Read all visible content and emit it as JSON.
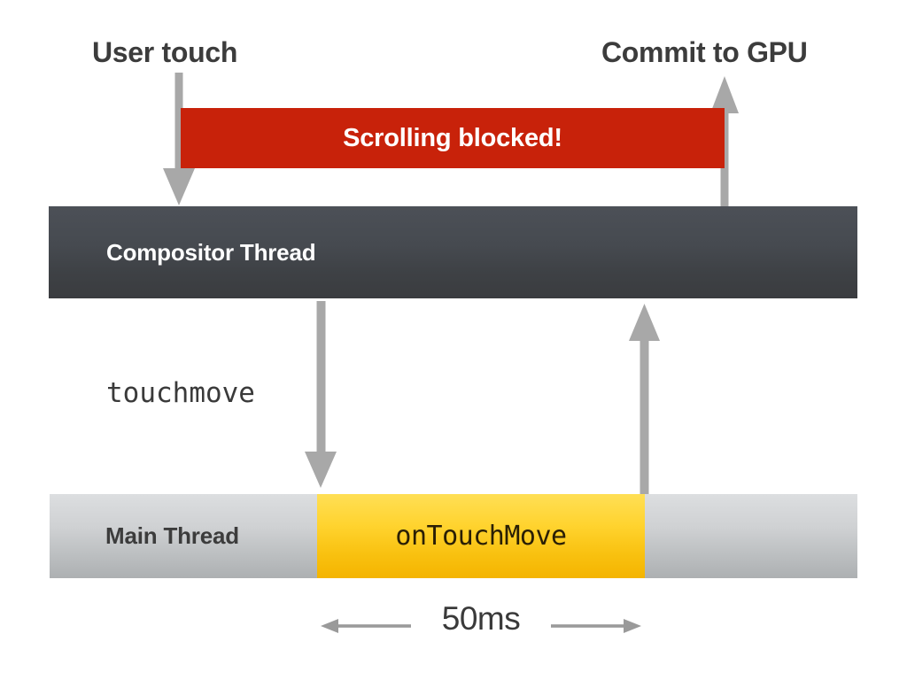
{
  "diagram": {
    "title_top_left": "User touch",
    "title_top_right": "Commit to GPU",
    "blocked_bar": {
      "label": "Scrolling blocked!",
      "color": "#c8220a",
      "text_color": "#ffffff"
    },
    "compositor_thread": {
      "label": "Compositor Thread",
      "color_top": "#4c5057",
      "color_bottom": "#3a3c3f",
      "text_color": "#ffffff"
    },
    "event_label": "touchmove",
    "main_thread": {
      "label": "Main Thread",
      "color_top": "#dcdee0",
      "color_bottom": "#adb0b2",
      "text_color": "#3c3c3c"
    },
    "handler_block": {
      "label": "onTouchMove",
      "color_top": "#ffdf55",
      "color_bottom": "#f4b400",
      "text_color": "#2a1f05"
    },
    "duration_measure": {
      "label": "50ms",
      "arrow_color": "#9a9a9a"
    },
    "arrow_color": "#a8a8a8",
    "background": "#ffffff"
  }
}
